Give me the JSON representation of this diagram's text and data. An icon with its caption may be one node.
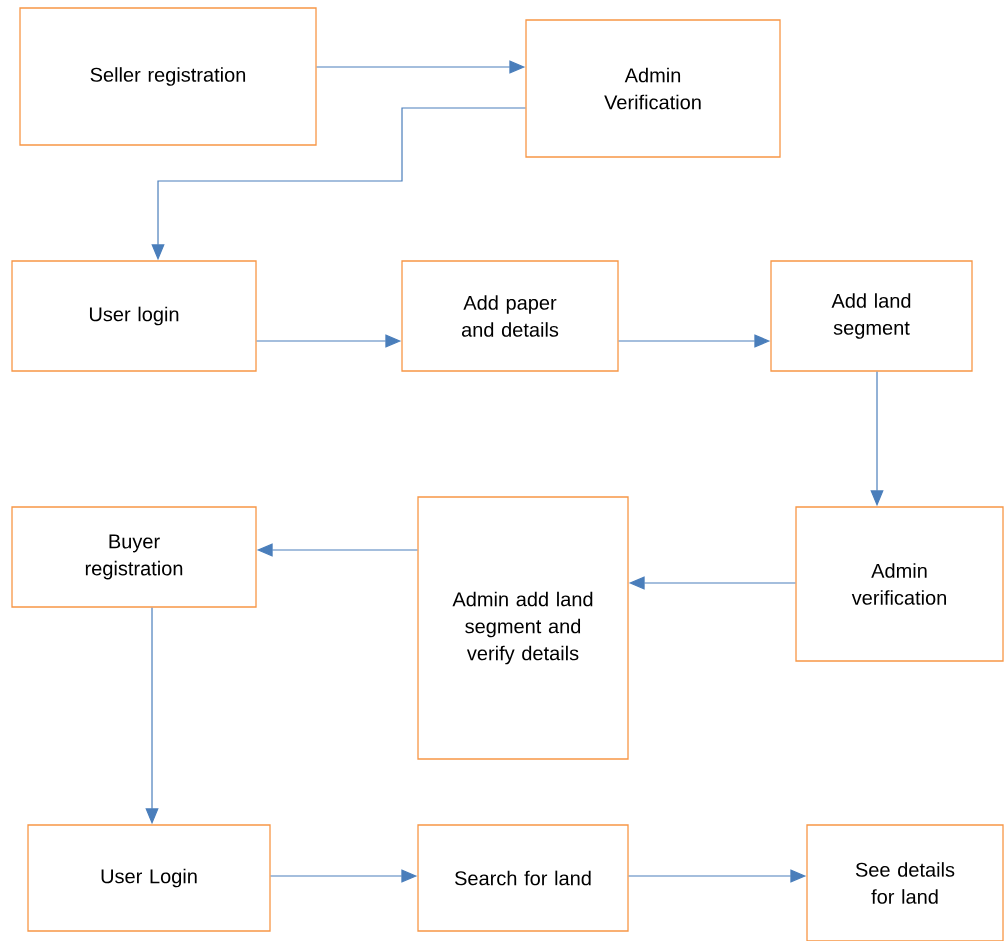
{
  "diagram": {
    "nodes": [
      {
        "text": [
          "Seller registration"
        ]
      },
      {
        "text": [
          "Admin Verification"
        ]
      },
      {
        "text": [
          "User login"
        ]
      },
      {
        "text": [
          "Add paper and details"
        ]
      },
      {
        "text": [
          "Add land segment"
        ]
      },
      {
        "text": [
          "Admin verification"
        ]
      },
      {
        "text": [
          "Admin add land segment and verify details"
        ]
      },
      {
        "text": [
          "Buyer registration"
        ]
      },
      {
        "text": [
          "User Login"
        ]
      },
      {
        "text": [
          "Search for land"
        ]
      },
      {
        "text": [
          "See details for land"
        ]
      }
    ],
    "edges": [
      {
        "from": 0,
        "to": 1,
        "arrow": "to"
      },
      {
        "from": 1,
        "to": 2,
        "arrow": "to"
      },
      {
        "from": 2,
        "to": 3,
        "arrow": "to"
      },
      {
        "from": 3,
        "to": 4,
        "arrow": "to"
      },
      {
        "from": 4,
        "to": 5,
        "arrow": "to"
      },
      {
        "from": 5,
        "to": 6,
        "arrow": "to"
      },
      {
        "from": 6,
        "to": 7,
        "arrow": "to"
      },
      {
        "from": 7,
        "to": 8,
        "arrow": "to"
      },
      {
        "from": 8,
        "to": 9,
        "arrow": "to"
      },
      {
        "from": 9,
        "to": 10,
        "arrow": "to"
      }
    ]
  }
}
